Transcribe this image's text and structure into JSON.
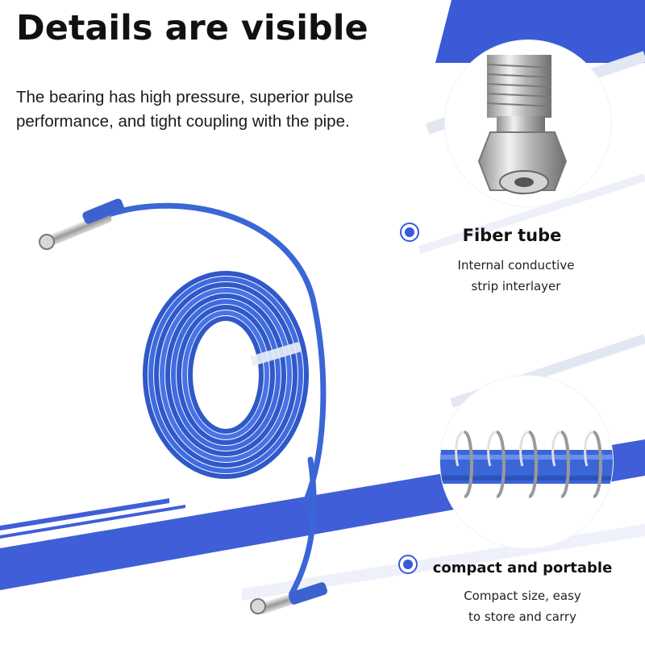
{
  "headline": "Details are visible",
  "intro": "The bearing has high pressure, superior pulse performance, and tight coupling with the pipe.",
  "features": [
    {
      "title": "Fiber tube",
      "desc_line1": "Internal conductive",
      "desc_line2": "strip interlayer",
      "icon": "fitting-closeup-image"
    },
    {
      "title": "compact and portable",
      "desc_line1": "Compact size, easy",
      "desc_line2": "to store and carry",
      "icon": "spring-guard-closeup-image"
    }
  ],
  "colors": {
    "accent": "#3a5ad6",
    "hose": "#3a68d8",
    "text": "#111111"
  }
}
